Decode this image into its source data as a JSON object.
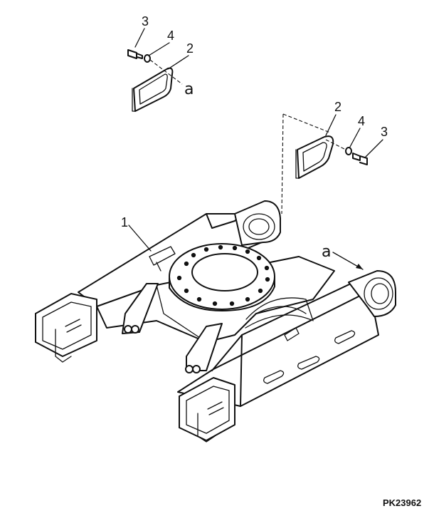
{
  "callouts": {
    "frame": "1",
    "guard_upper_left": "2",
    "guard_right": "2",
    "washer_upper_left": "4",
    "washer_right": "4",
    "bolt_upper_left": "3",
    "bolt_right": "3"
  },
  "refs": {
    "ref_upper": "a",
    "ref_lower": "a"
  },
  "drawing_code": "PK23962"
}
